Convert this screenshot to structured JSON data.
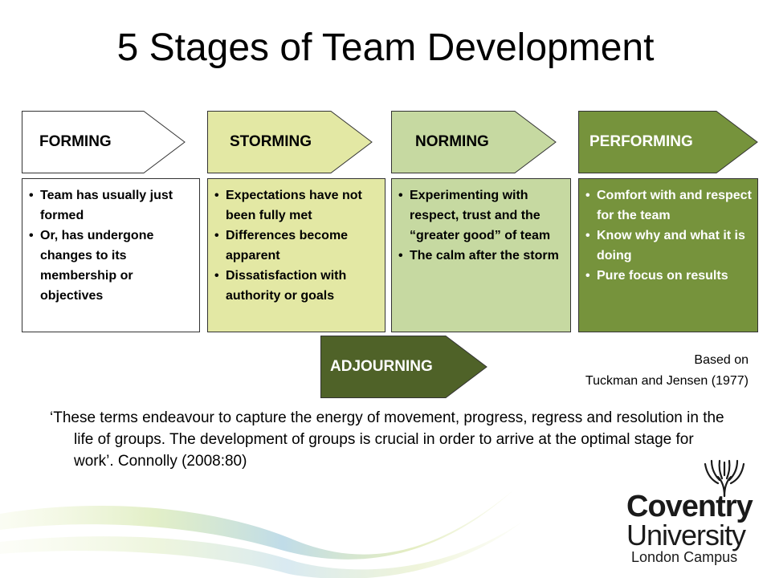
{
  "title": "5 Stages of Team Development",
  "stages": [
    {
      "label": "FORMING",
      "color": "#ffffff",
      "text_color": "#000000",
      "items": [
        "Team has usually just formed",
        "Or, has undergone changes to its membership or objectives"
      ]
    },
    {
      "label": "STORMING",
      "color": "#e3e8a4",
      "text_color": "#000000",
      "items": [
        "Expectations have not been fully met",
        "Differences become apparent",
        "Dissatisfaction with authority or goals"
      ]
    },
    {
      "label": "NORMING",
      "color": "#c6d9a1",
      "text_color": "#000000",
      "items": [
        "Experimenting with respect, trust and the “greater good” of team",
        "The calm after the storm"
      ]
    },
    {
      "label": "PERFORMING",
      "color": "#76933c",
      "text_color": "#ffffff",
      "items": [
        "Comfort with and respect for the team",
        "Know why and what it is doing",
        "Pure focus on results"
      ]
    }
  ],
  "adjourning": {
    "label": "ADJOURNING",
    "color": "#4f6228"
  },
  "citation": {
    "line1": "Based on",
    "line2": "Tuckman and Jensen (1977)"
  },
  "quote": "‘These terms endeavour to capture the energy of movement, progress, regress and resolution in the life of groups. The development of groups is crucial in order to arrive at the optimal stage for work’. Connolly (2008:80)",
  "logo": {
    "word1": "Coventry",
    "word2": "University",
    "word3": "London Campus"
  }
}
